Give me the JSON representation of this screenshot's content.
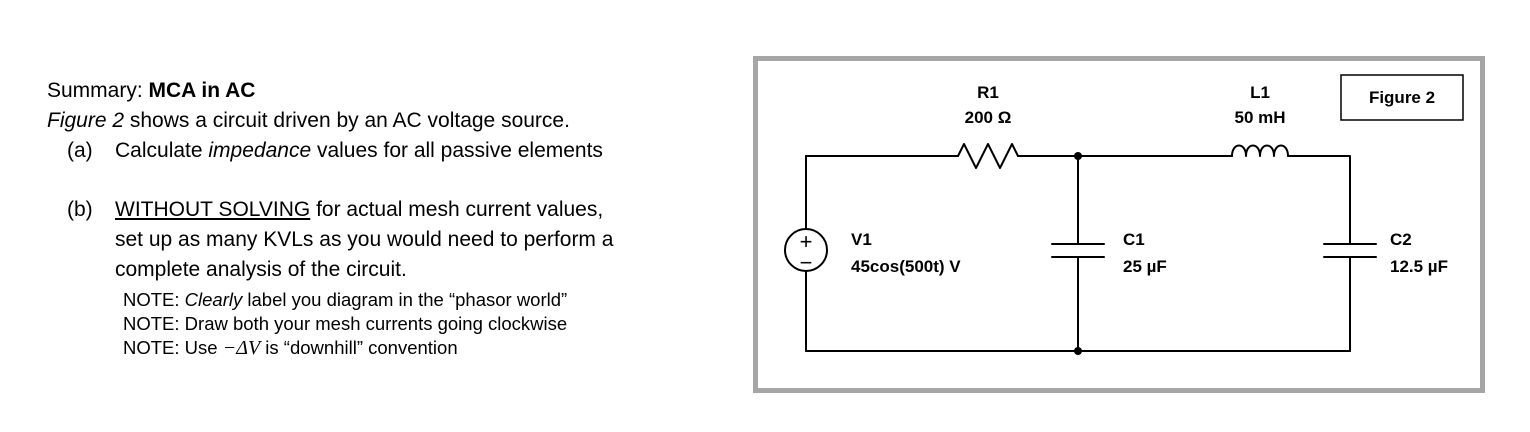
{
  "text": {
    "summary_prefix": "Summary: ",
    "summary_title": "MCA in AC",
    "intro_ref": "Figure 2",
    "intro_rest": " shows a circuit driven by an AC voltage source.",
    "part_a": {
      "label": "(a)",
      "pre": "Calculate ",
      "em": "impedance",
      "post": " values for all passive elements"
    },
    "part_b": {
      "label": "(b)",
      "underlined": "WITHOUT SOLVING",
      "line1_rest": " for actual mesh current values,",
      "line2": "set up as many KVLs as you would need to perform a",
      "line3": "complete analysis of the circuit."
    },
    "notes": [
      {
        "prefix": "NOTE: ",
        "em": "Clearly",
        "rest": " label you diagram in the “phasor world”"
      },
      {
        "prefix": "NOTE: ",
        "rest": "Draw both your mesh currents going clockwise"
      },
      {
        "prefix": "NOTE: Use ",
        "math": "−ΔV",
        "rest": " is “downhill” convention"
      }
    ]
  },
  "figure": {
    "title": "Figure 2",
    "source": {
      "name": "V1",
      "value": "45cos(500t) V",
      "plus": "+",
      "minus": "−"
    },
    "components": [
      {
        "id": "R1",
        "name": "R1",
        "value": "200 Ω"
      },
      {
        "id": "L1",
        "name": "L1",
        "value": "50 mH"
      },
      {
        "id": "C1",
        "name": "C1",
        "value": "25 µF"
      },
      {
        "id": "C2",
        "name": "C2",
        "value": "12.5 µF"
      }
    ]
  }
}
